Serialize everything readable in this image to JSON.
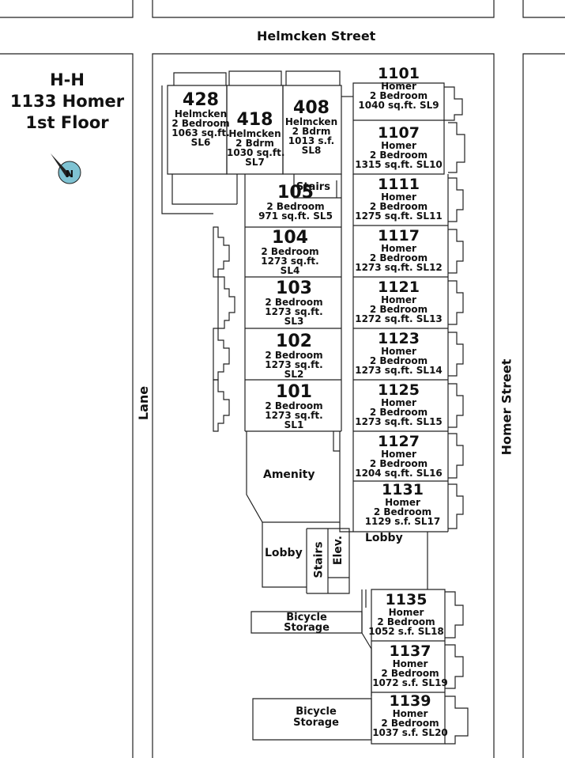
{
  "title": {
    "line1": "H-H",
    "line2": "1133 Homer",
    "line3": "1st Floor"
  },
  "compass": {
    "icon": "north-arrow-icon",
    "label": "N"
  },
  "streets": {
    "top": "Helmcken Street",
    "left": "Lane",
    "right": "Homer Street"
  },
  "units": [
    {
      "id": "u428",
      "num": "428",
      "lines": [
        "Helmcken",
        "2 Bedroom",
        "1063 sq.ft.",
        "SL6"
      ]
    },
    {
      "id": "u418",
      "num": "418",
      "lines": [
        "Helmcken",
        "2 Bdrm",
        "1030 sq.ft.",
        "SL7"
      ]
    },
    {
      "id": "u408",
      "num": "408",
      "lines": [
        "Helmcken",
        "2 Bdrm",
        "1013 s.f.",
        "SL8"
      ]
    },
    {
      "id": "u105",
      "num": "105",
      "lines": [
        "2 Bedroom",
        "971 sq.ft. SL5"
      ]
    },
    {
      "id": "u104",
      "num": "104",
      "lines": [
        "2 Bedroom",
        "1273 sq.ft.",
        "SL4"
      ]
    },
    {
      "id": "u103",
      "num": "103",
      "lines": [
        "2 Bedroom",
        "1273 sq.ft.",
        "SL3"
      ]
    },
    {
      "id": "u102",
      "num": "102",
      "lines": [
        "2 Bedroom",
        "1273 sq.ft.",
        "SL2"
      ]
    },
    {
      "id": "u101",
      "num": "101",
      "lines": [
        "2 Bedroom",
        "1273 sq.ft.",
        "SL1"
      ]
    },
    {
      "id": "u1101",
      "num": "1101",
      "lines": [
        "Homer",
        "2 Bedroom",
        "1040 sq.ft. SL9"
      ]
    },
    {
      "id": "u1107",
      "num": "1107",
      "lines": [
        "Homer",
        "2 Bedroom",
        "1315 sq.ft. SL10"
      ]
    },
    {
      "id": "u1111",
      "num": "1111",
      "lines": [
        "Homer",
        "2 Bedroom",
        "1275 sq.ft. SL11"
      ]
    },
    {
      "id": "u1117",
      "num": "1117",
      "lines": [
        "Homer",
        "2 Bedroom",
        "1273 sq.ft. SL12"
      ]
    },
    {
      "id": "u1121",
      "num": "1121",
      "lines": [
        "Homer",
        "2 Bedroom",
        "1272 sq.ft. SL13"
      ]
    },
    {
      "id": "u1123",
      "num": "1123",
      "lines": [
        "Homer",
        "2 Bedroom",
        "1273 sq.ft. SL14"
      ]
    },
    {
      "id": "u1125",
      "num": "1125",
      "lines": [
        "Homer",
        "2 Bedroom",
        "1273 sq.ft. SL15"
      ]
    },
    {
      "id": "u1127",
      "num": "1127",
      "lines": [
        "Homer",
        "2 Bedroom",
        "1204 sq.ft. SL16"
      ]
    },
    {
      "id": "u1131",
      "num": "1131",
      "lines": [
        "Homer",
        "2 Bedroom",
        "1129 s.f. SL17"
      ]
    },
    {
      "id": "u1135",
      "num": "1135",
      "lines": [
        "Homer",
        "2 Bedroom",
        "1052 s.f. SL18"
      ]
    },
    {
      "id": "u1137",
      "num": "1137",
      "lines": [
        "Homer",
        "2 Bedroom",
        "1072 s.f. SL19"
      ]
    },
    {
      "id": "u1139",
      "num": "1139",
      "lines": [
        "Homer",
        "2 Bedroom",
        "1037 s.f. SL20"
      ]
    }
  ],
  "rooms": {
    "stairs_top": "Stairs",
    "amenity": "Amenity",
    "lobby_left": "Lobby",
    "stairs_mid": "Stairs",
    "elevator": "Elev.",
    "lobby_right": "Lobby",
    "bicycle_storage_1": [
      "Bicycle",
      "Storage"
    ],
    "bicycle_storage_2": [
      "Bicycle",
      "Storage"
    ]
  }
}
